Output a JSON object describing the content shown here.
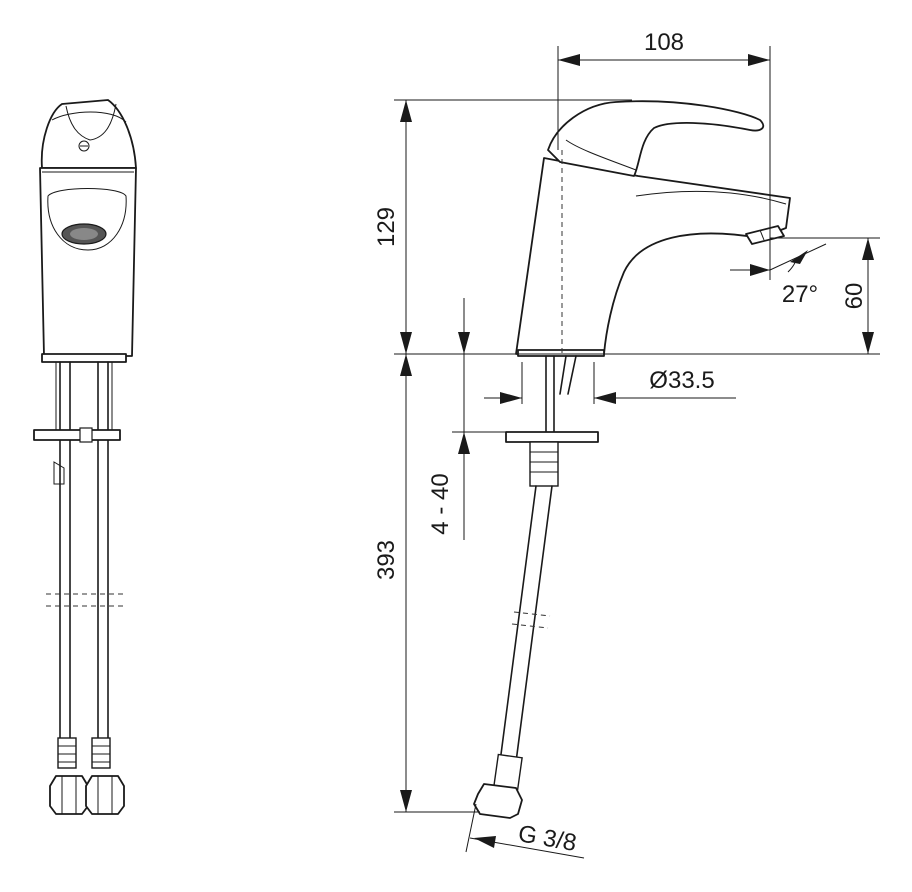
{
  "dimensions": {
    "width_top": "108",
    "height_body": "129",
    "spout_height": "60",
    "spout_angle": "27°",
    "diameter": "Ø33.5",
    "counter_thickness": "4 - 40",
    "hose_length": "393",
    "thread": "G 3/8"
  }
}
